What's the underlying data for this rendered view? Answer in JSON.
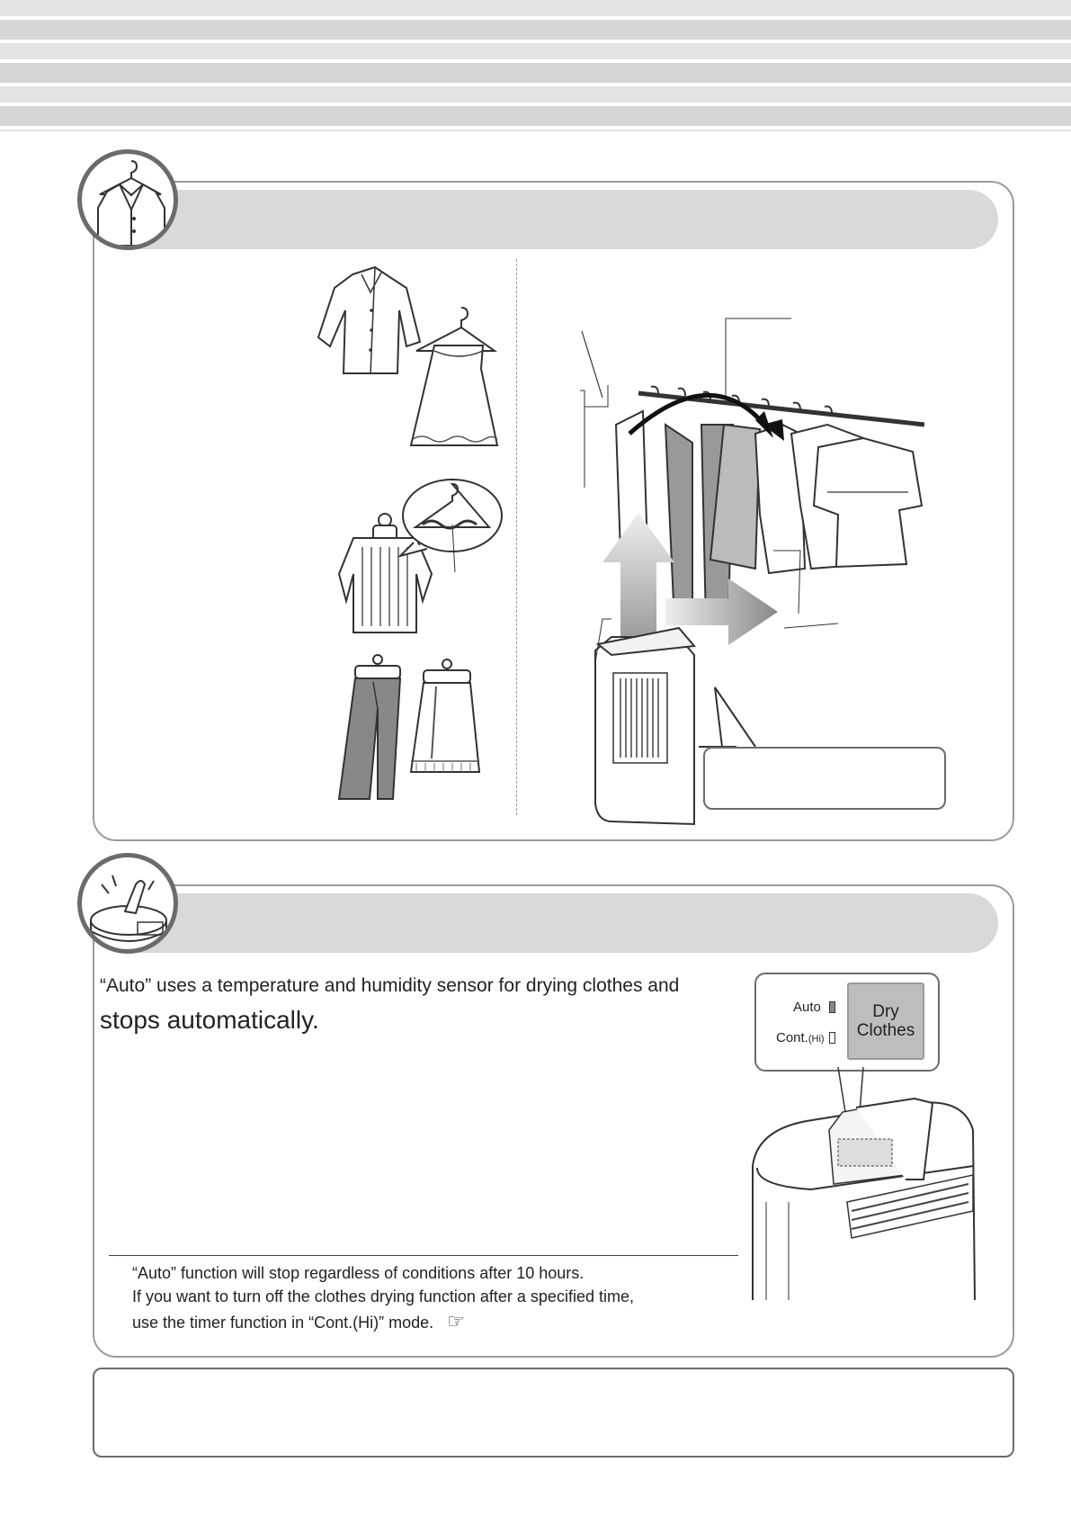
{
  "section2": {
    "intro_line1": "“Auto” uses a temperature and humidity sensor for drying clothes and",
    "intro_line2": "stops automatically.",
    "note_line1": "“Auto” function will stop regardless of conditions after 10 hours.",
    "note_line2": "If you want to turn off the clothes drying function after a specified time,",
    "note_line3": "use the timer function in “Cont.(Hi)” mode.",
    "pointer_glyph": "☞",
    "panel": {
      "auto_label": "Auto",
      "cont_label": "Cont.",
      "cont_suffix": "(Hi)",
      "button_line1": "Dry",
      "button_line2": "Clothes"
    }
  },
  "icons": {
    "section1_badge": "shirt-on-hanger-icon",
    "section2_badge": "finger-pressing-button-icon",
    "pointer": "pointing-hand-icon"
  },
  "colors": {
    "header_bar": "#d9d9d9",
    "badge_ring": "#6b6b6b",
    "panel_border": "#9a9a9a",
    "button_fill": "#bdbdbd"
  }
}
